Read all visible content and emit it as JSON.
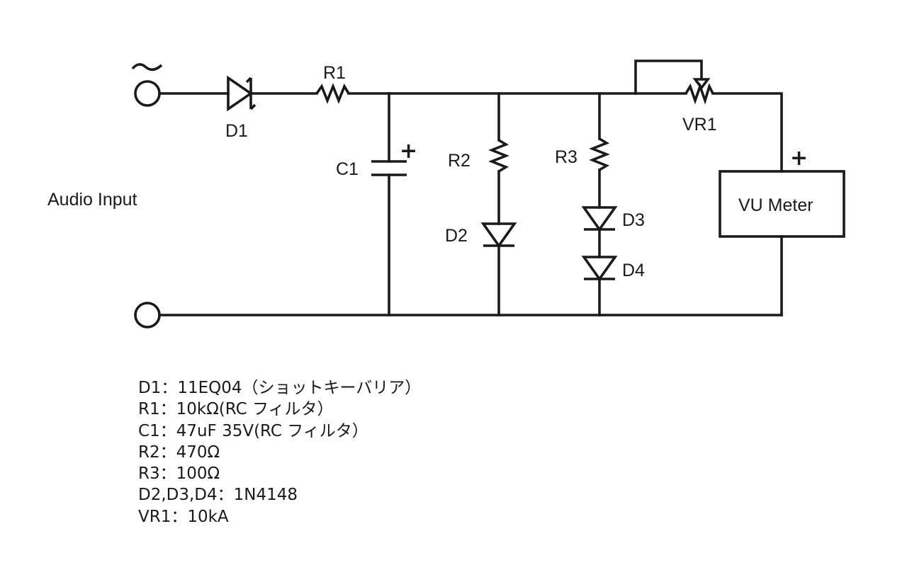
{
  "input": {
    "label": "Audio Input",
    "ac_symbol": "~"
  },
  "components": {
    "D1": "D1",
    "R1": "R1",
    "C1": "C1",
    "C1_polarity": "+",
    "R2": "R2",
    "D2": "D2",
    "R3": "R3",
    "D3": "D3",
    "D4": "D4",
    "VR1": "VR1",
    "meter_polarity": "+",
    "meter": "VU Meter"
  },
  "parts_list": [
    "D1：11EQ04（ショットキーバリア）",
    "R1：10kΩ(RC フィルタ）",
    "C1：47uF 35V(RC フィルタ）",
    "R2：470Ω",
    "R3：100Ω",
    "D2,D3,D4：1N4148",
    "VR1：10kA"
  ]
}
